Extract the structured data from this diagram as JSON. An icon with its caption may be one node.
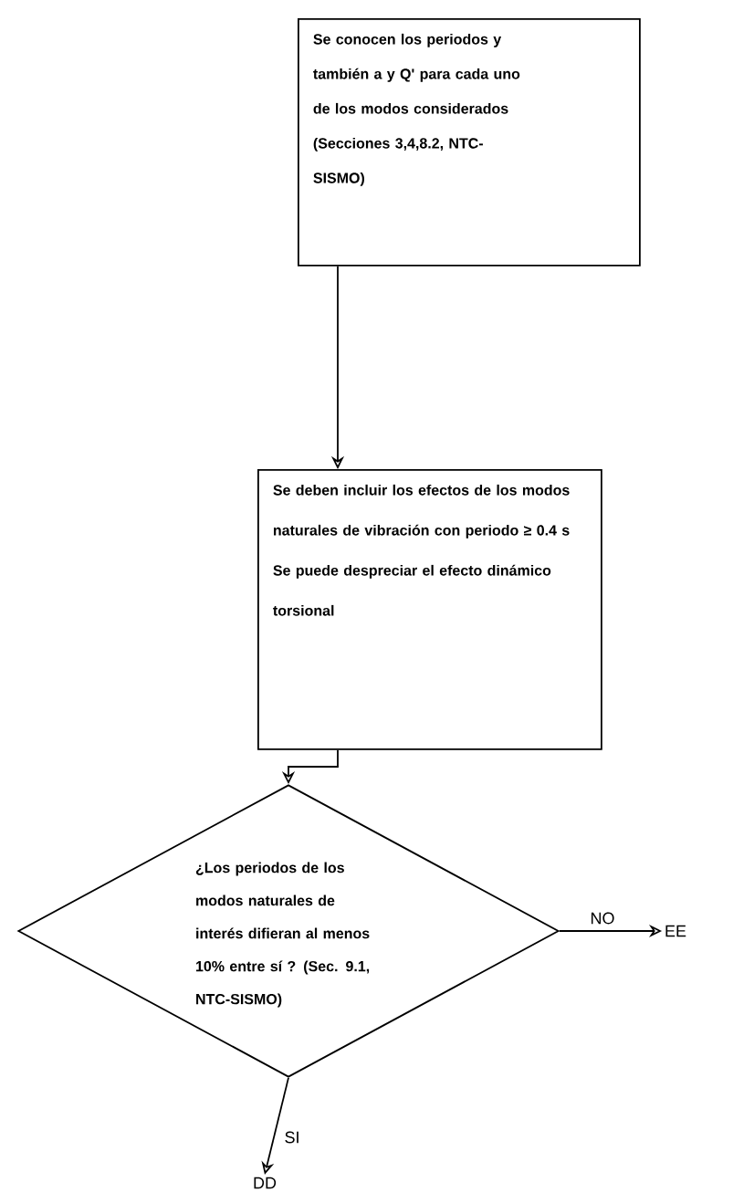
{
  "diagram": {
    "nodes": [
      {
        "text": [
          "Se conocen los periodos y también a y Q' para cada uno de los modos considerados (Secciones 3,4,8.2, NTC-SISMO)"
        ]
      },
      {
        "text": [
          "Se deben incluir los efectos de los modos naturales de vibración con periodo ≥ 0.4 s",
          "Se puede despreciar el efecto dinámico torsional"
        ]
      },
      {
        "text": [
          "¿Los periodos de los modos naturales de interés difieran al menos 10% entre sí ? (Sec. 9.1, NTC-SISMO)"
        ]
      },
      {
        "text": [
          "EE"
        ]
      },
      {
        "text": [
          "DD"
        ]
      }
    ],
    "edges": [
      {
        "from": 0,
        "to": 1,
        "arrow": "to"
      },
      {
        "from": 1,
        "to": 2,
        "arrow": "to"
      },
      {
        "from": 2,
        "to": 3,
        "arrow": "to",
        "label": "NO"
      },
      {
        "from": 2,
        "to": 4,
        "arrow": "to",
        "label": "SI"
      }
    ]
  }
}
